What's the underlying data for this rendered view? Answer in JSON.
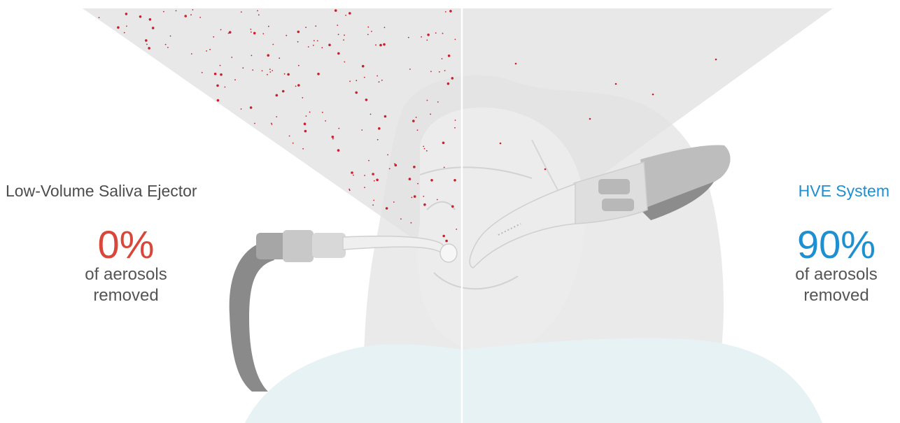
{
  "colors": {
    "aerosol": "#c8202f",
    "accent_left": "#d8473a",
    "accent_right": "#1e8fd0",
    "cone": "#e6e6e6",
    "patient": "#dedede",
    "drape": "#e6f2f3",
    "tubing": "#8a8a8a"
  },
  "left": {
    "label": "Low-Volume Saliva Ejector",
    "percent": "0%",
    "desc_line1": "of aerosols",
    "desc_line2": "removed"
  },
  "right": {
    "label": "HVE System",
    "percent": "90%",
    "desc_line1": "of aerosols",
    "desc_line2": "removed"
  },
  "icons": [
    "saliva-ejector-icon",
    "hve-tip-icon",
    "patient-head-icon"
  ]
}
